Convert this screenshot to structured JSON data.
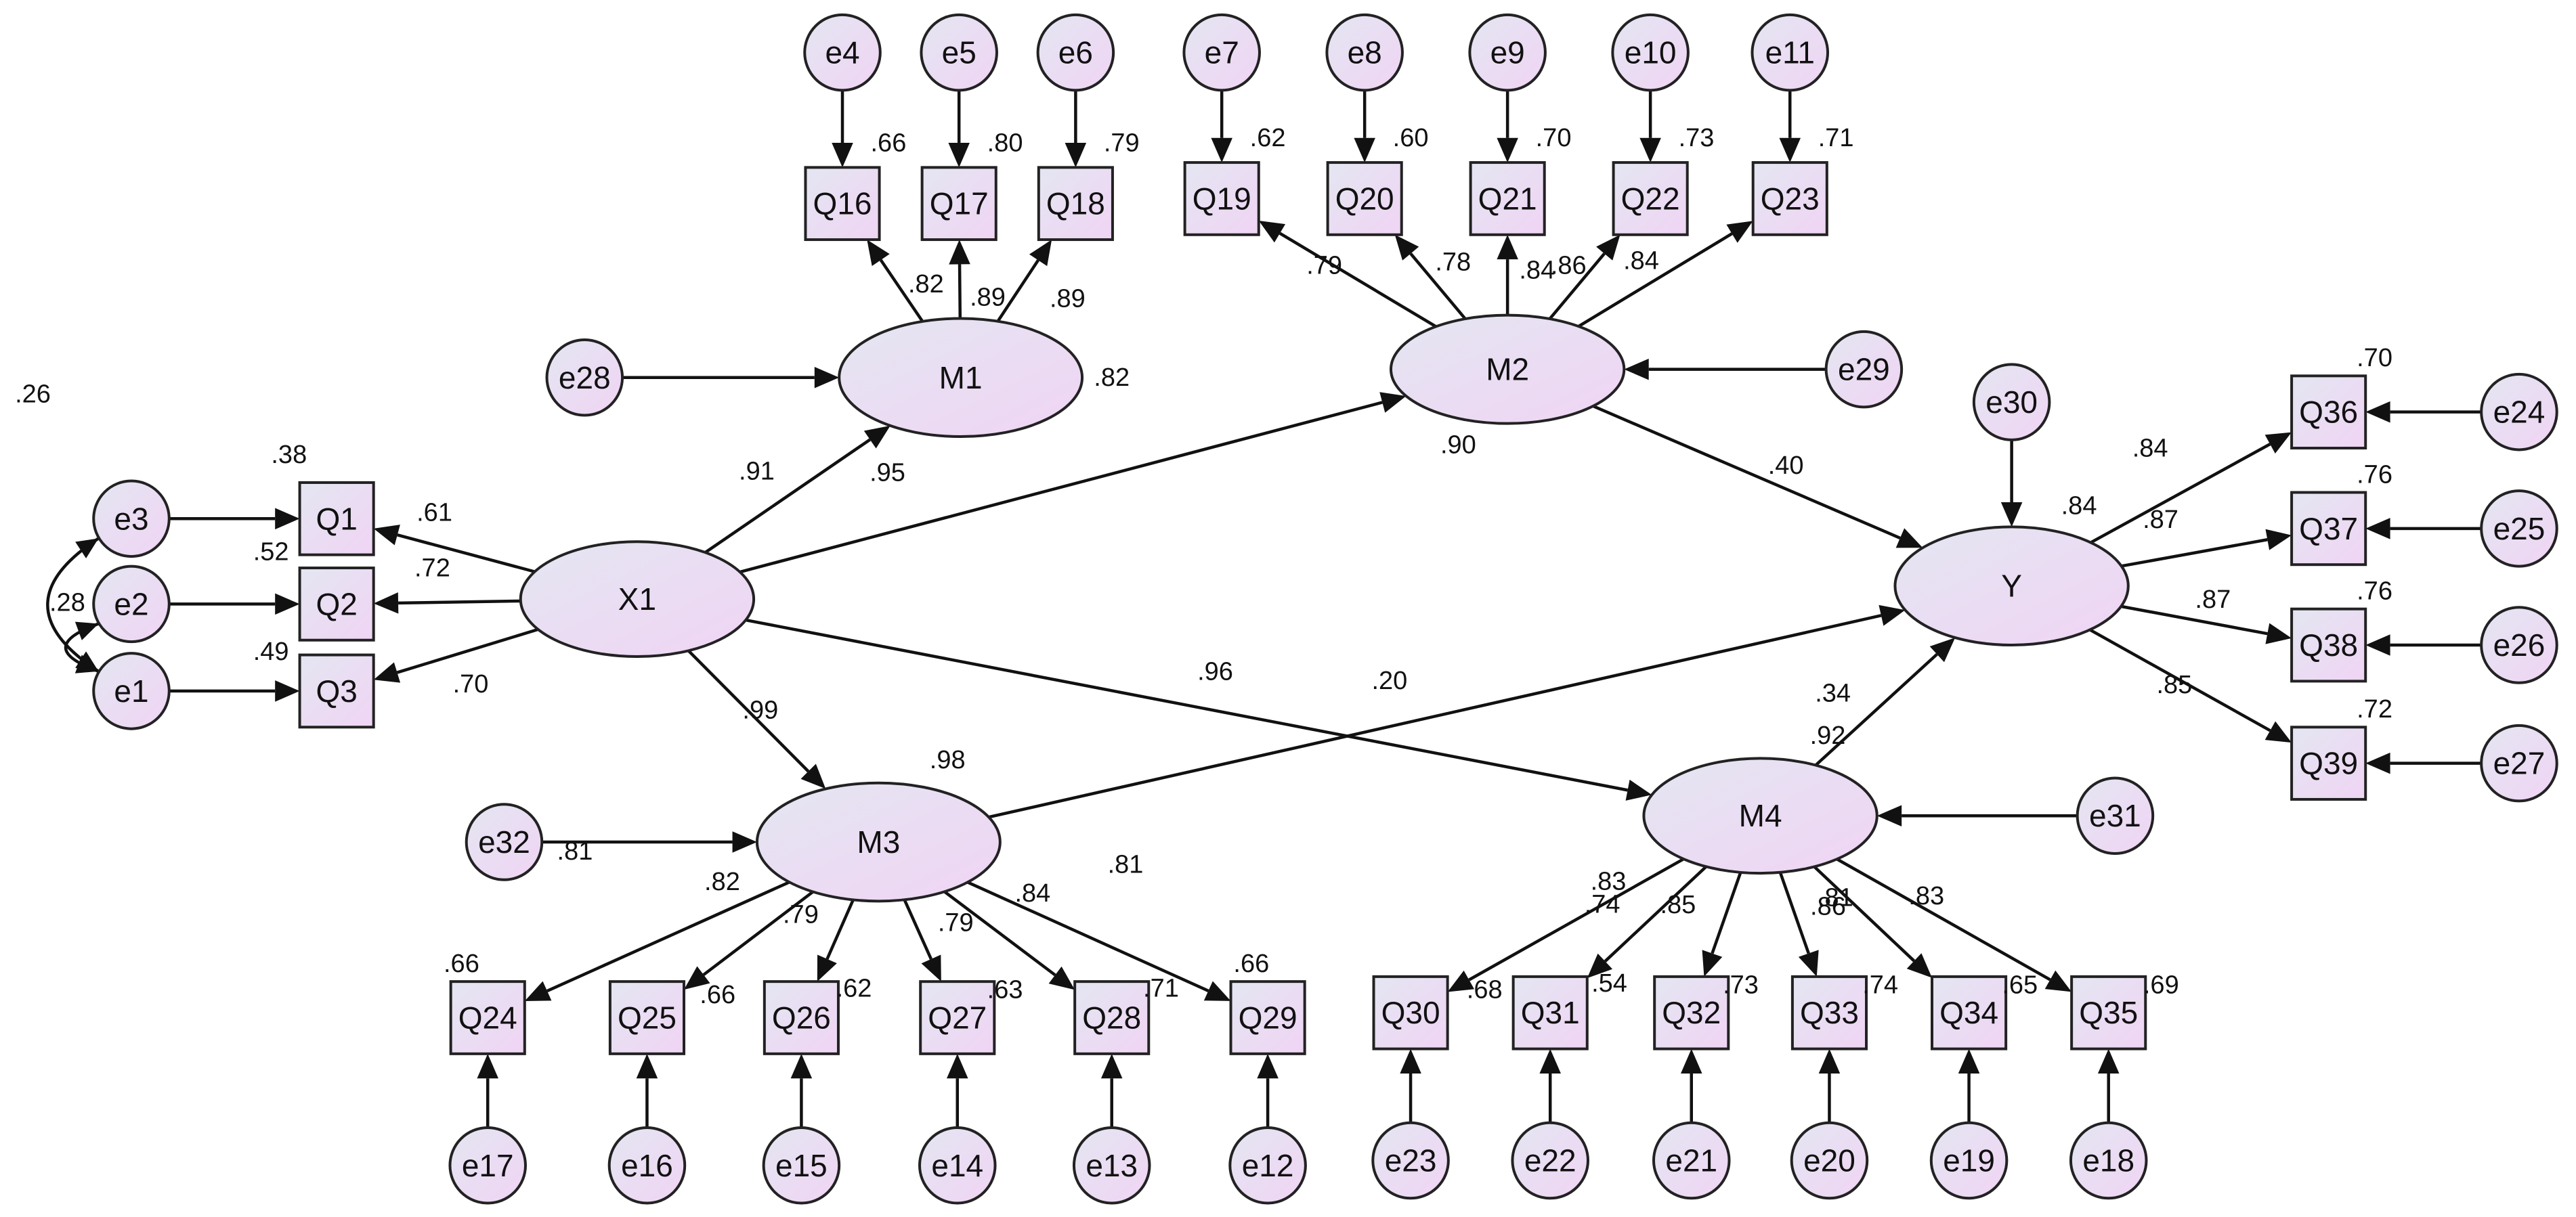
{
  "latent": {
    "X1": {
      "label": "X1",
      "r2": ""
    },
    "M1": {
      "label": "M1",
      "r2": ".82"
    },
    "M2": {
      "label": "M2",
      "r2": ".90"
    },
    "M3": {
      "label": "M3",
      "r2": ".98"
    },
    "M4": {
      "label": "M4",
      "r2": ".92"
    },
    "Y": {
      "label": "Y",
      "r2": ".84"
    }
  },
  "observed": {
    "Q1": {
      "label": "Q1",
      "r2": ".38"
    },
    "Q2": {
      "label": "Q2",
      "r2": ".52"
    },
    "Q3": {
      "label": "Q3",
      "r2": ".49"
    },
    "Q16": {
      "label": "Q16",
      "r2": ".66"
    },
    "Q17": {
      "label": "Q17",
      "r2": ".80"
    },
    "Q18": {
      "label": "Q18",
      "r2": ".79"
    },
    "Q19": {
      "label": "Q19",
      "r2": ".62"
    },
    "Q20": {
      "label": "Q20",
      "r2": ".60"
    },
    "Q21": {
      "label": "Q21",
      "r2": ".70"
    },
    "Q22": {
      "label": "Q22",
      "r2": ".73"
    },
    "Q23": {
      "label": "Q23",
      "r2": ".71"
    },
    "Q24": {
      "label": "Q24",
      "r2": ".66"
    },
    "Q25": {
      "label": "Q25",
      "r2": ".66"
    },
    "Q26": {
      "label": "Q26",
      "r2": ".62"
    },
    "Q27": {
      "label": "Q27",
      "r2": ".63"
    },
    "Q28": {
      "label": "Q28",
      "r2": ".71"
    },
    "Q29": {
      "label": "Q29",
      "r2": ".66"
    },
    "Q30": {
      "label": "Q30",
      "r2": ".68"
    },
    "Q31": {
      "label": "Q31",
      "r2": ".54"
    },
    "Q32": {
      "label": "Q32",
      "r2": ".73"
    },
    "Q33": {
      "label": "Q33",
      "r2": ".74"
    },
    "Q34": {
      "label": "Q34",
      "r2": ".65"
    },
    "Q35": {
      "label": "Q35",
      "r2": ".69"
    },
    "Q36": {
      "label": "Q36",
      "r2": ".70"
    },
    "Q37": {
      "label": "Q37",
      "r2": ".76"
    },
    "Q38": {
      "label": "Q38",
      "r2": ".76"
    },
    "Q39": {
      "label": "Q39",
      "r2": ".72"
    }
  },
  "errors": [
    "e1",
    "e2",
    "e3",
    "e4",
    "e5",
    "e6",
    "e7",
    "e8",
    "e9",
    "e10",
    "e11",
    "e12",
    "e13",
    "e14",
    "e15",
    "e16",
    "e17",
    "e18",
    "e19",
    "e20",
    "e21",
    "e22",
    "e23",
    "e24",
    "e25",
    "e26",
    "e27",
    "e28",
    "e29",
    "e30",
    "e31",
    "e32"
  ],
  "structural_paths": [
    {
      "from": "X1",
      "to": "M1",
      "coef": ".91"
    },
    {
      "from": "X1",
      "to": "M2",
      "coef": ".95"
    },
    {
      "from": "X1",
      "to": "M3",
      "coef": ".99"
    },
    {
      "from": "X1",
      "to": "M4",
      "coef": ".96"
    },
    {
      "from": "M2",
      "to": "Y",
      "coef": ".40"
    },
    {
      "from": "M3",
      "to": "Y",
      "coef": ".20"
    },
    {
      "from": "M4",
      "to": "Y",
      "coef": ".34"
    }
  ],
  "loadings": [
    {
      "from": "X1",
      "to": "Q1",
      "coef": ".61"
    },
    {
      "from": "X1",
      "to": "Q2",
      "coef": ".72"
    },
    {
      "from": "X1",
      "to": "Q3",
      "coef": ".70"
    },
    {
      "from": "M1",
      "to": "Q16",
      "coef": ".82"
    },
    {
      "from": "M1",
      "to": "Q17",
      "coef": ".89"
    },
    {
      "from": "M1",
      "to": "Q18",
      "coef": ".89"
    },
    {
      "from": "M2",
      "to": "Q19",
      "coef": ".79"
    },
    {
      "from": "M2",
      "to": "Q20",
      "coef": ".78"
    },
    {
      "from": "M2",
      "to": "Q21",
      "coef": ".84"
    },
    {
      "from": "M2",
      "to": "Q22",
      "coef": ".86"
    },
    {
      "from": "M2",
      "to": "Q23",
      "coef": ".84"
    },
    {
      "from": "M3",
      "to": "Q24",
      "coef": ".81"
    },
    {
      "from": "M3",
      "to": "Q25",
      "coef": ".82"
    },
    {
      "from": "M3",
      "to": "Q26",
      "coef": ".79"
    },
    {
      "from": "M3",
      "to": "Q27",
      "coef": ".79"
    },
    {
      "from": "M3",
      "to": "Q28",
      "coef": ".84"
    },
    {
      "from": "M3",
      "to": "Q29",
      "coef": ".81"
    },
    {
      "from": "M4",
      "to": "Q30",
      "coef": ".83"
    },
    {
      "from": "M4",
      "to": "Q31",
      "coef": ".74"
    },
    {
      "from": "M4",
      "to": "Q32",
      "coef": ".85"
    },
    {
      "from": "M4",
      "to": "Q33",
      "coef": ".86"
    },
    {
      "from": "M4",
      "to": "Q34",
      "coef": ".81"
    },
    {
      "from": "M4",
      "to": "Q35",
      "coef": ".83"
    },
    {
      "from": "Y",
      "to": "Q36",
      "coef": ".84"
    },
    {
      "from": "Y",
      "to": "Q37",
      "coef": ".87"
    },
    {
      "from": "Y",
      "to": "Q38",
      "coef": ".87"
    },
    {
      "from": "Y",
      "to": "Q39",
      "coef": ".85"
    }
  ],
  "error_paths": [
    {
      "from": "e1",
      "to": "Q3"
    },
    {
      "from": "e2",
      "to": "Q2"
    },
    {
      "from": "e3",
      "to": "Q1"
    },
    {
      "from": "e4",
      "to": "Q16"
    },
    {
      "from": "e5",
      "to": "Q17"
    },
    {
      "from": "e6",
      "to": "Q18"
    },
    {
      "from": "e7",
      "to": "Q19"
    },
    {
      "from": "e8",
      "to": "Q20"
    },
    {
      "from": "e9",
      "to": "Q21"
    },
    {
      "from": "e10",
      "to": "Q22"
    },
    {
      "from": "e11",
      "to": "Q23"
    },
    {
      "from": "e12",
      "to": "Q29"
    },
    {
      "from": "e13",
      "to": "Q28"
    },
    {
      "from": "e14",
      "to": "Q27"
    },
    {
      "from": "e15",
      "to": "Q26"
    },
    {
      "from": "e16",
      "to": "Q25"
    },
    {
      "from": "e17",
      "to": "Q24"
    },
    {
      "from": "e18",
      "to": "Q35"
    },
    {
      "from": "e19",
      "to": "Q34"
    },
    {
      "from": "e20",
      "to": "Q33"
    },
    {
      "from": "e21",
      "to": "Q32"
    },
    {
      "from": "e22",
      "to": "Q31"
    },
    {
      "from": "e23",
      "to": "Q30"
    },
    {
      "from": "e24",
      "to": "Q36"
    },
    {
      "from": "e25",
      "to": "Q37"
    },
    {
      "from": "e26",
      "to": "Q38"
    },
    {
      "from": "e27",
      "to": "Q39"
    },
    {
      "from": "e28",
      "to": "M1"
    },
    {
      "from": "e29",
      "to": "M2"
    },
    {
      "from": "e30",
      "to": "Y"
    },
    {
      "from": "e31",
      "to": "M4"
    },
    {
      "from": "e32",
      "to": "M3"
    }
  ],
  "covariances": [
    {
      "from": "e1",
      "to": "e3",
      "coef": ".26"
    },
    {
      "from": "e1",
      "to": "e2",
      "coef": ".28"
    }
  ],
  "colors": {
    "fill_start": "#e4e6f2",
    "fill_end": "#f0d4f4",
    "stroke": "#222222"
  }
}
